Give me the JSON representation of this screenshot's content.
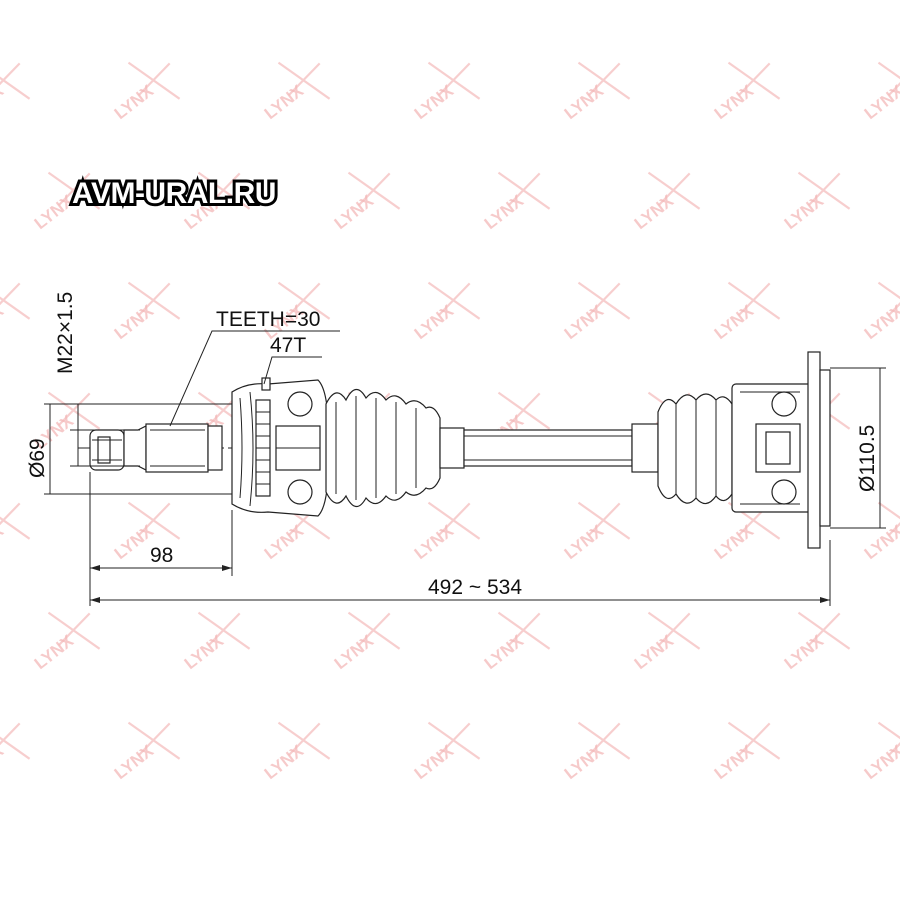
{
  "site_watermark": "AVM-URAL.RU",
  "brand_watermark": "LYNX",
  "dimensions": {
    "thread": "M22×1.5",
    "teeth": "TEETH=30",
    "abs_ring": "47T",
    "outer_diameter": "Ø69",
    "inner_diameter": "Ø110.5",
    "shaft_length": "98",
    "overall_length": "492 ~ 534"
  },
  "colors": {
    "watermark": "#f4b9b9",
    "lines": "#222222"
  }
}
